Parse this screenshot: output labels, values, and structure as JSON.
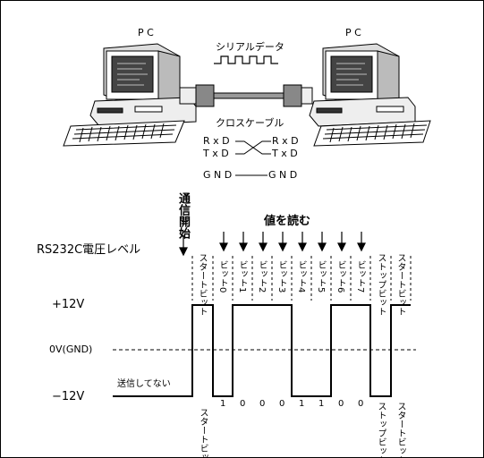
{
  "top": {
    "pc_left_label": "P C",
    "pc_right_label": "P C",
    "serial_data_label": "シリアルデータ",
    "cross_cable_label": "クロスケーブル",
    "left_rxd": "R x D",
    "left_txd": "T x D",
    "right_rxd": "R x D",
    "right_txd": "T x D",
    "left_gnd": "G N D",
    "right_gnd": "G N D"
  },
  "timing": {
    "start_of_comm": "通信開始",
    "read_value": "値を読む",
    "voltage_title": "RS232C電圧レベル",
    "slot_labels": [
      "スタートビット",
      "ビット0",
      "ビット1",
      "ビット2",
      "ビット3",
      "ビット4",
      "ビット5",
      "ビット6",
      "ビット7",
      "ストップビット",
      "スタートビット"
    ],
    "plus12": "+12V",
    "zero_gnd": "0V(GND)",
    "minus12": "−12V",
    "not_sending": "送信してない",
    "bit_values": [
      "1",
      "0",
      "0",
      "0",
      "1",
      "1",
      "0",
      "0"
    ],
    "bottom_start_label": "スタートビット",
    "bottom_stop_label": "ストップビット",
    "bottom_start2_label": "スタートビット"
  },
  "colors": {
    "line": "#000000",
    "screen": "#444444",
    "cable": "#999999"
  }
}
